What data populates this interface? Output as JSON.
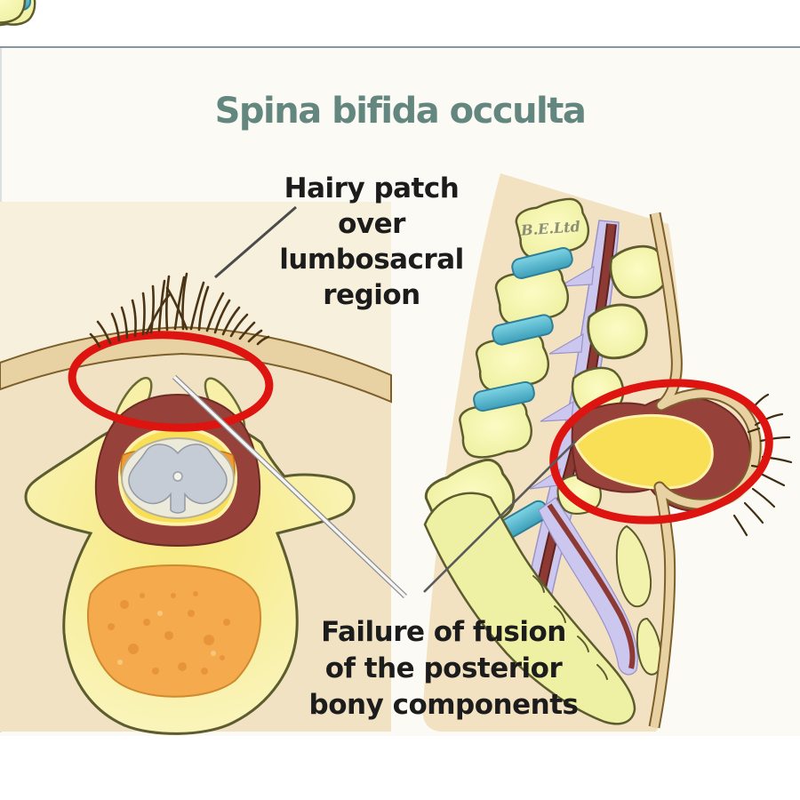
{
  "title": {
    "text": "Spina bifida occulta",
    "color": "#63867e"
  },
  "labels": {
    "hairy_patch": {
      "lines": [
        "Hairy patch",
        "over",
        "lumbosacral",
        "region"
      ]
    },
    "failure_fusion": {
      "lines": [
        "Failure of fusion",
        "of the posterior",
        "bony components"
      ]
    }
  },
  "watermark": {
    "text": "B.E.Ltd"
  },
  "colors": {
    "annotation_red": "#dd1410",
    "title_teal": "#63867e",
    "text_black": "#1c1c1c",
    "top_rule_gray": "#8795a1",
    "canvas_offwhite": "#fbfaf5",
    "figure_cream": "#f3e2c2",
    "skin_tan": "#e8d1a3",
    "skin_outline_brown": "#7c5f2b",
    "bone_pale_yellow": "#f6f1a8",
    "bone_outline_olive": "#5c5c2e",
    "csf_bright_yellow": "#f8df55",
    "dura_maroon": "#96413a",
    "cord_gray": "#c6ccd5",
    "nerve_root_orange": "#ee9c33",
    "cancellous_orange": "#f4aa4d",
    "disc_teal": "#57bed5",
    "dural_sac_lavender": "#ccc7ee",
    "hair_brown": "#4b3415"
  }
}
